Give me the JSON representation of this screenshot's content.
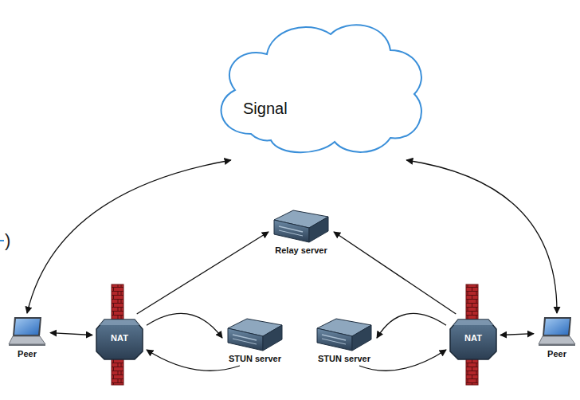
{
  "diagram": {
    "nodes": [
      {
        "text": [
          "Signal"
        ]
      },
      {
        "text": [
          "Relay server"
        ]
      },
      {
        "text": [
          "Peer"
        ]
      },
      {
        "text": [
          "NAT"
        ]
      },
      {
        "text": [
          "STUN server"
        ]
      },
      {
        "text": [
          "STUN server"
        ]
      },
      {
        "text": [
          "NAT"
        ]
      },
      {
        "text": [
          "Peer"
        ]
      }
    ],
    "edges": [
      {
        "from": 0,
        "to": 2,
        "arrow": "both"
      },
      {
        "from": 0,
        "to": 7,
        "arrow": "both"
      },
      {
        "from": 2,
        "to": 3,
        "arrow": "both"
      },
      {
        "from": 3,
        "to": 1,
        "arrow": "to"
      },
      {
        "from": 6,
        "to": 1,
        "arrow": "to"
      },
      {
        "from": 3,
        "to": 4,
        "arrow": "to"
      },
      {
        "from": 4,
        "to": 3,
        "arrow": "to"
      },
      {
        "from": 6,
        "to": 5,
        "arrow": "to"
      },
      {
        "from": 5,
        "to": 6,
        "arrow": "to"
      },
      {
        "from": 6,
        "to": 7,
        "arrow": "both"
      }
    ],
    "labels": [
      ")"
    ]
  }
}
